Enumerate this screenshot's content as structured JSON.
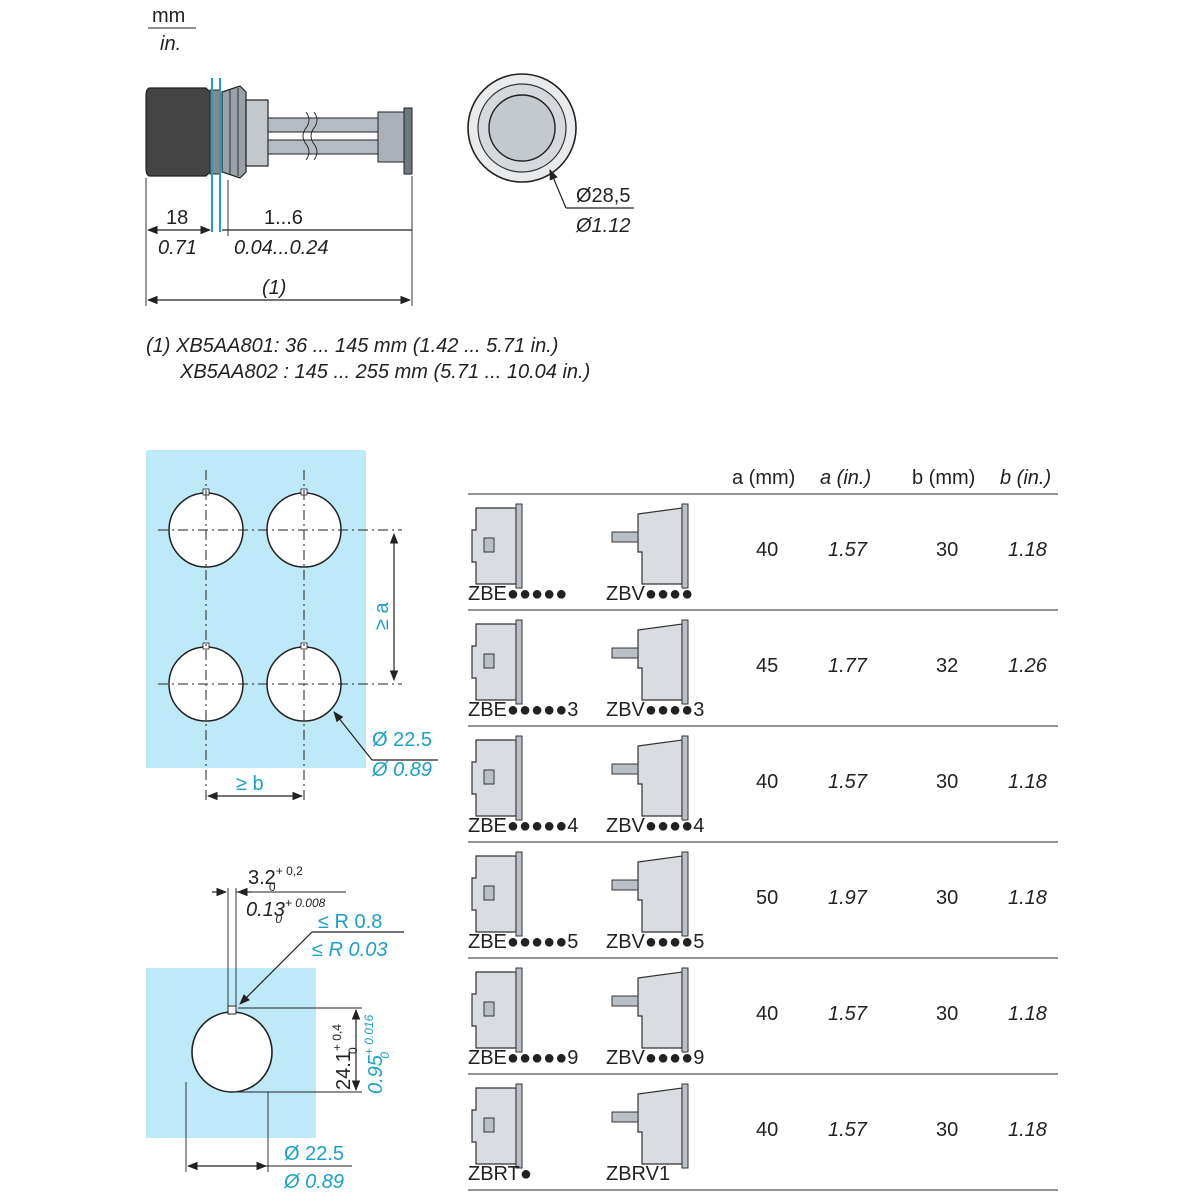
{
  "units": {
    "top": "mm",
    "bottom": "in."
  },
  "side_view": {
    "dim_18_mm": "18",
    "dim_18_in": "0.71",
    "dim_range_mm": "1...6",
    "dim_range_in": "0.04...0.24",
    "dim_total": "(1)"
  },
  "front_view": {
    "dia_mm": "Ø28,5",
    "dia_in": "Ø1.12"
  },
  "footnote": {
    "line1": "(1)  XB5AA801: 36 ... 145 mm (1.42 ... 5.71 in.)",
    "line2": "XB5AA802 : 145 ... 255 mm (5.71 ... 10.04 in.)"
  },
  "panel_cutout": {
    "a_label": "≥ a",
    "b_label": "≥ b",
    "dia_mm": "Ø 22.5",
    "dia_in": "Ø 0.89"
  },
  "hole_detail": {
    "key_width_mm": "3.2",
    "key_width_mm_tol_up": "+ 0,2",
    "key_width_mm_tol_low": "0",
    "key_width_in": "0.13",
    "key_width_in_tol_up": "+ 0.008",
    "key_width_in_tol_low": "0",
    "radius_mm": "≤ R 0.8",
    "radius_in": "≤ R 0.03",
    "depth_mm": "24.1",
    "depth_mm_tol_up": "+ 0,4",
    "depth_mm_tol_low": "0",
    "depth_in": "0.95",
    "depth_in_tol_up": "+ 0.016",
    "depth_in_tol_low": "0",
    "dia_mm": "Ø 22.5",
    "dia_in": "Ø 0.89"
  },
  "table": {
    "headers": [
      "a (mm)",
      "a (in.)",
      "b (mm)",
      "b (in.)"
    ],
    "rows": [
      {
        "left": "ZBE●●●●●",
        "right": "ZBV●●●●",
        "a_mm": "40",
        "a_in": "1.57",
        "b_mm": "30",
        "b_in": "1.18"
      },
      {
        "left": "ZBE●●●●●3",
        "right": "ZBV●●●●3",
        "a_mm": "45",
        "a_in": "1.77",
        "b_mm": "32",
        "b_in": "1.26"
      },
      {
        "left": "ZBE●●●●●4",
        "right": "ZBV●●●●4",
        "a_mm": "40",
        "a_in": "1.57",
        "b_mm": "30",
        "b_in": "1.18"
      },
      {
        "left": "ZBE●●●●●5",
        "right": "ZBV●●●●5",
        "a_mm": "50",
        "a_in": "1.97",
        "b_mm": "30",
        "b_in": "1.18"
      },
      {
        "left": "ZBE●●●●●9",
        "right": "ZBV●●●●9",
        "a_mm": "40",
        "a_in": "1.57",
        "b_mm": "30",
        "b_in": "1.18"
      },
      {
        "left": "ZBRT●",
        "right": "ZBRV1",
        "a_mm": "40",
        "a_in": "1.57",
        "b_mm": "30",
        "b_in": "1.18"
      }
    ]
  },
  "colors": {
    "panel": "#bde9f8",
    "accent": "#1ba1c7",
    "ink": "#222222"
  }
}
